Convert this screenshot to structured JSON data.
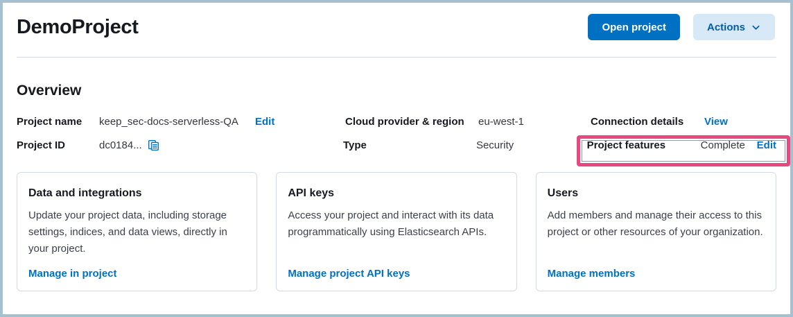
{
  "header": {
    "title": "DemoProject",
    "open_project_label": "Open project",
    "actions_label": "Actions"
  },
  "overview": {
    "heading": "Overview",
    "fields": {
      "project_name": {
        "label": "Project name",
        "value": "keep_sec-docs-serverless-QA",
        "action": "Edit"
      },
      "project_id": {
        "label": "Project ID",
        "value": "dc0184..."
      },
      "cloud": {
        "label": "Cloud provider & region",
        "value": "eu-west-1"
      },
      "type": {
        "label": "Type",
        "value": "Security"
      },
      "connection": {
        "label": "Connection details",
        "action": "View"
      },
      "features": {
        "label": "Project features",
        "value": "Complete",
        "action": "Edit"
      }
    }
  },
  "cards": [
    {
      "title": "Data and integrations",
      "description": "Update your project data, including storage settings, indices, and data views, directly in your project.",
      "link": "Manage in project"
    },
    {
      "title": "API keys",
      "description": "Access your project and interact with its data programmatically using Elasticsearch APIs.",
      "link": "Manage project API keys"
    },
    {
      "title": "Users",
      "description": "Add members and manage their access to this project or other resources of your organization.",
      "link": "Manage members"
    }
  ],
  "icons": {
    "copy": "copy-clipboard-icon",
    "chevron": "chevron-down-icon"
  },
  "colors": {
    "primary_button": "#0071c2",
    "secondary_button_bg": "#d7e9f7",
    "link_blue": "#0071c2",
    "heading_text": "#16191f",
    "body_text": "#343741",
    "card_border": "#d3dae6",
    "frame_border": "#a5c0ce",
    "annotation_pink": "#e8487f"
  }
}
